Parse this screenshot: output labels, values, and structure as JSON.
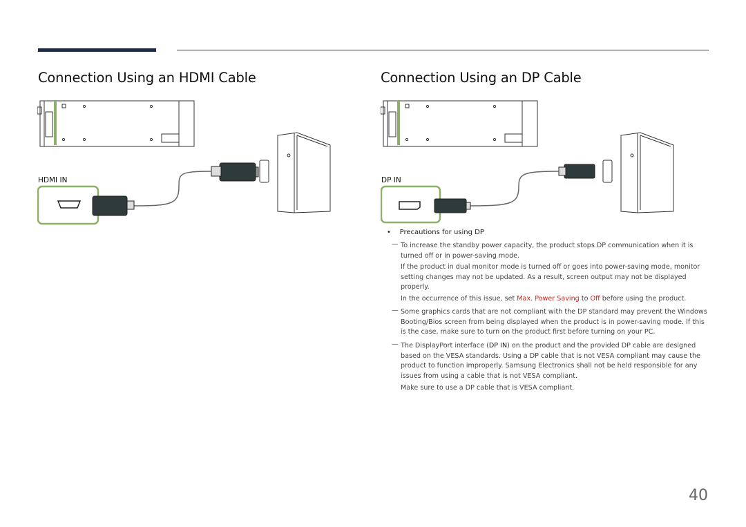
{
  "hdmi_section": {
    "heading": "Connection Using an HDMI Cable",
    "port_label": "HDMI IN"
  },
  "dp_section": {
    "heading": "Connection Using an DP Cable",
    "port_label": "DP IN"
  },
  "precautions": {
    "bullet": "Precautions for using DP",
    "note1_p1": "To increase the standby power capacity, the product stops DP communication when it is turned off or in power-saving mode.",
    "note1_p2": "If the product in dual monitor mode is turned off or goes into power-saving mode, monitor setting changes may not be updated. As a result, screen output may not be displayed properly.",
    "note1_p3_pre": "In the occurrence of this issue, set ",
    "note1_p3_hl1": "Max. Power Saving",
    "note1_p3_mid": " to ",
    "note1_p3_hl2": "Off",
    "note1_p3_post": " before using the product.",
    "note2": "Some graphics cards that are not compliant with the DP standard may prevent the Windows Booting/Bios screen from being displayed when the product is in power-saving mode. If this is the case, make sure to turn on the product first before turning on your PC.",
    "note3_pre": "The DisplayPort interface (",
    "note3_code": "DP IN",
    "note3_post": ") on the product and the provided DP cable are designed based on the VESA standards. Using a DP cable that is not VESA compliant may cause the product to function improperly. Samsung Electronics shall not be held responsible for any issues from using a cable that is not VESA compliant.",
    "note3_p2": "Make sure to use a DP cable that is VESA compliant."
  },
  "page_number": "40",
  "colors": {
    "accent_bar": "#1f2a44",
    "highlight": "#c4271e",
    "port_frame": "#8cb06a"
  }
}
